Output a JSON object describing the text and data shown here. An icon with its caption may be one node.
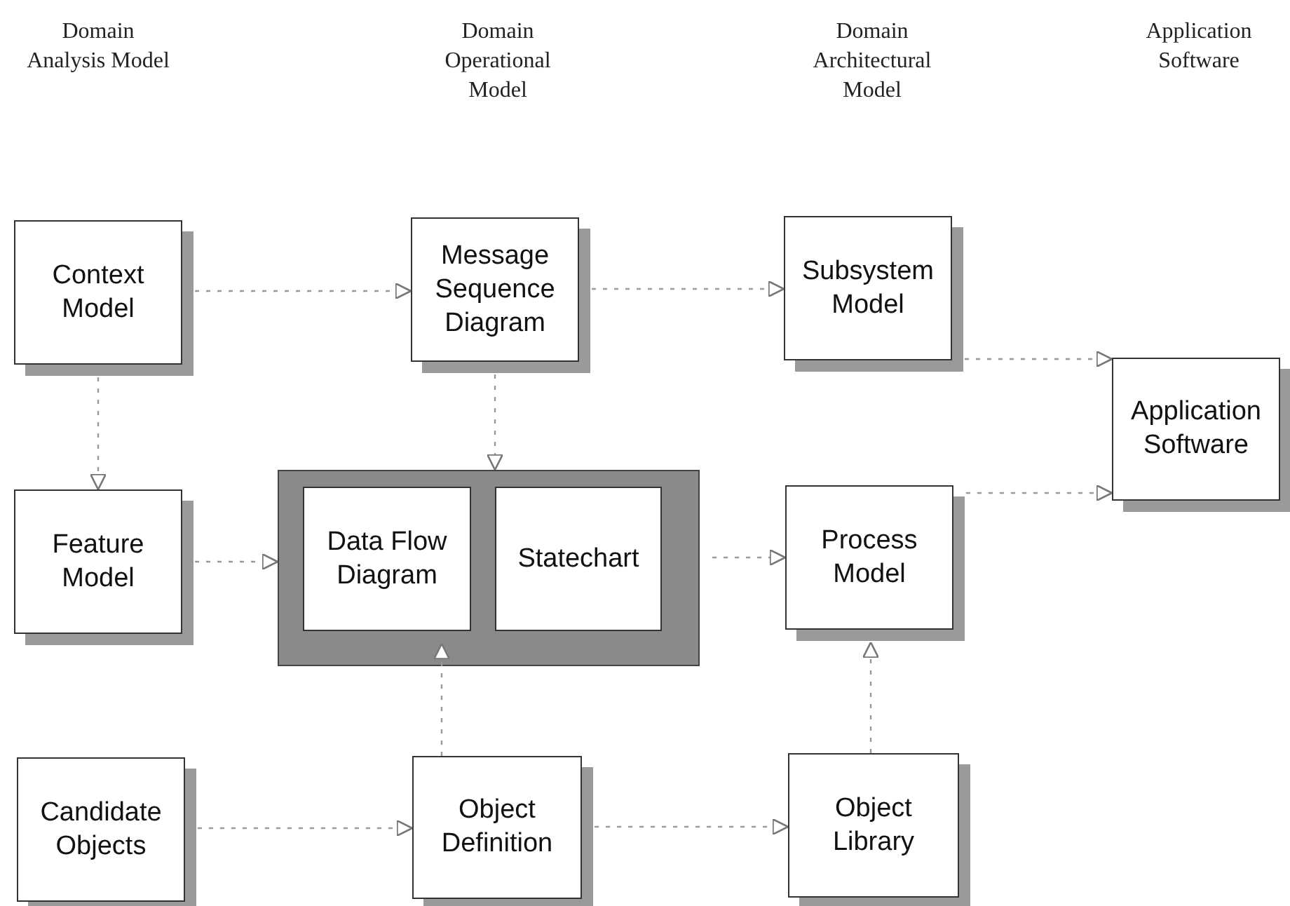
{
  "diagram": {
    "nodes": [
      {
        "text": [
          "Context Model"
        ]
      },
      {
        "text": [
          "Message Sequence Diagram"
        ]
      },
      {
        "text": [
          "Subsystem Model"
        ]
      },
      {
        "text": [
          "Application Software"
        ]
      },
      {
        "text": [
          "Feature Model"
        ]
      },
      {
        "text": [],
        "shape": "box"
      },
      {
        "text": [
          "Data Flow Diagram"
        ],
        "in": 5
      },
      {
        "text": [
          "Statechart"
        ],
        "in": 5
      },
      {
        "text": [
          "Process Model"
        ]
      },
      {
        "text": [
          "Candidate Objects"
        ]
      },
      {
        "text": [
          "Object Definition"
        ]
      },
      {
        "text": [
          "Object Library"
        ]
      }
    ],
    "edges": [
      {
        "from": 0,
        "to": 1,
        "arrow": "to"
      },
      {
        "from": 0,
        "to": 4,
        "arrow": "to"
      },
      {
        "from": 1,
        "to": 5,
        "arrow": "to"
      },
      {
        "from": 1,
        "to": 2,
        "arrow": "to"
      },
      {
        "from": 2,
        "to": 3,
        "arrow": "to"
      },
      {
        "from": 4,
        "to": 5,
        "arrow": "to"
      },
      {
        "from": 5,
        "to": 8,
        "arrow": "to"
      },
      {
        "from": 8,
        "to": 3,
        "arrow": "to"
      },
      {
        "from": 9,
        "to": 10,
        "arrow": "to"
      },
      {
        "from": 10,
        "to": 6,
        "arrow": "to"
      },
      {
        "from": 10,
        "to": 11,
        "arrow": "to"
      },
      {
        "from": 11,
        "to": 8,
        "arrow": "to"
      }
    ],
    "labels": [
      "Domain Analysis Model",
      "Domain Operational Model",
      "Domain Architectural Model",
      "Application Software"
    ]
  }
}
